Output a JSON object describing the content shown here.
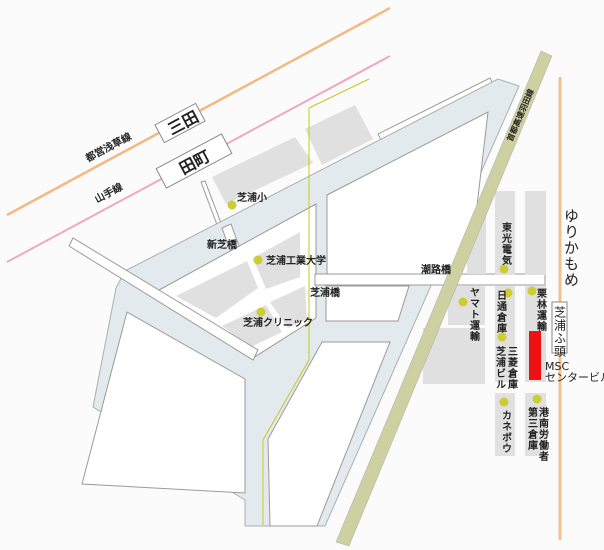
{
  "rail_lines": {
    "toei_asakusa": "都営浅草線",
    "yamanote": "山手線",
    "expressway": "首都高速羽田線",
    "yurikamome": "ゆりかもめ"
  },
  "stations": {
    "mita": "三田",
    "tamachi": "田町",
    "shibaura_futo": "芝浦ふ頭"
  },
  "bridges": {
    "shin_shiba": "新芝橋",
    "shibaura": "芝浦橋",
    "shioji": "潮路橋"
  },
  "places": {
    "shibaura_elementary": "芝浦小",
    "shibaura_it": "芝浦工業大学",
    "shibaura_clinic": "芝浦クリニック",
    "toko_denki": "東光電気",
    "yamato": "ヤマト運輸",
    "nittsu": "日通倉庫",
    "kuribayashi": "栗林運輸",
    "shibaura_bldg": "芝浦ビル",
    "mitsubishi": "三菱倉庫",
    "kanebo": "カネボウ",
    "kounan_1": "港南労働者",
    "kounan_2": "第三倉庫"
  },
  "target": {
    "line1": "MSC",
    "line2": "センタービル"
  },
  "colors": {
    "target": "#ee1111",
    "yurikamome": "#f5c08a",
    "asakusa": "#f5b880",
    "yamanote": "#f0a8c0",
    "expressway": "#cdd0a0",
    "water": "#e3eaed",
    "poi": "#cccc33"
  }
}
